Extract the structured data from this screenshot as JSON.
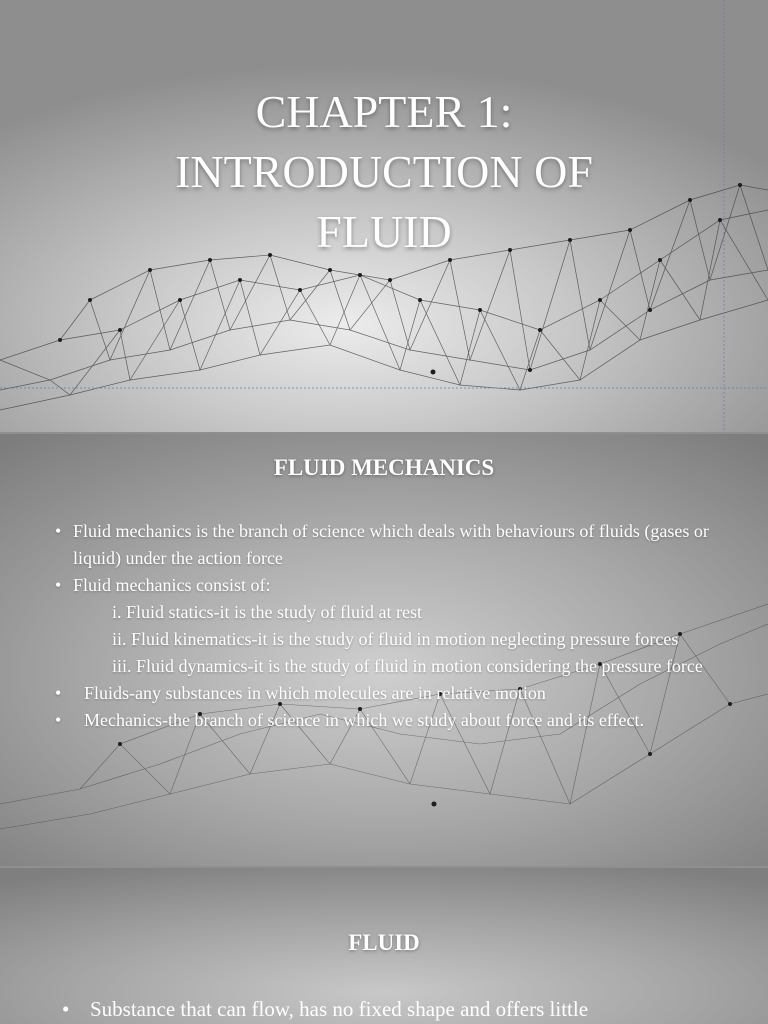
{
  "slide1": {
    "title_lines": [
      "CHAPTER 1:",
      "INTRODUCTION OF",
      "FLUID"
    ]
  },
  "slide2": {
    "title": "FLUID MECHANICS",
    "bullets": [
      "Fluid mechanics is the branch of science which deals with behaviours of fluids (gases or liquid) under the action force",
      "Fluid mechanics consist of:"
    ],
    "sub_items": [
      "i. Fluid statics-it is the study of fluid at rest",
      "ii. Fluid kinematics-it is the study of fluid in motion neglecting pressure forces",
      "iii. Fluid dynamics-it is the study of fluid in motion considering the pressure force"
    ],
    "bullets_after": [
      "Fluids-any substances in which molecules are in relative motion",
      "Mechanics-the branch of science in which we study about force and its effect."
    ]
  },
  "slide3": {
    "title": "FLUID",
    "bullets": [
      "Substance that can flow, has no fixed shape and offers little"
    ]
  }
}
